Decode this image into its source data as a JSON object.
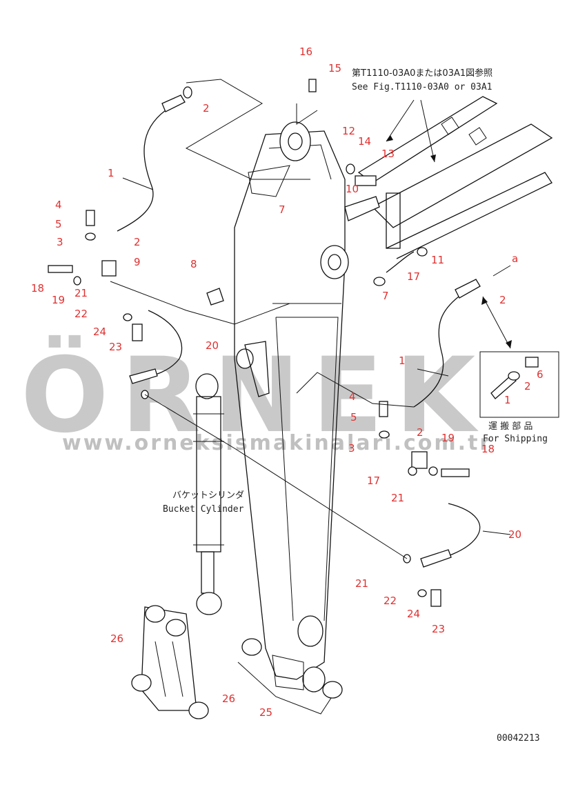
{
  "diagram": {
    "note_jp": "第T1110-03A0または03A1図参照",
    "note_en": "See Fig.T1110-03A0 or 03A1",
    "bucket_cylinder_jp": "バケットシリンダ",
    "bucket_cylinder_en": "Bucket Cylinder",
    "shipping_jp": "運 搬 部 品",
    "shipping_en": "For Shipping",
    "drawing_number": "00042213",
    "view_mark": "a",
    "callouts": [
      "16",
      "15",
      "2",
      "12",
      "14",
      "13",
      "1",
      "10",
      "4",
      "5",
      "7",
      "3",
      "2",
      "11",
      "8",
      "9",
      "17",
      "18",
      "19",
      "21",
      "7",
      "2",
      "22",
      "24",
      "23",
      "20",
      "6",
      "2",
      "1",
      "1",
      "4",
      "5",
      "2",
      "19",
      "3",
      "18",
      "17",
      "21",
      "20",
      "21",
      "22",
      "24",
      "23",
      "26",
      "25",
      "26"
    ]
  },
  "watermark": {
    "brand": "ÖRNEK",
    "url": "www.orneksismakinalari.com.tr"
  }
}
